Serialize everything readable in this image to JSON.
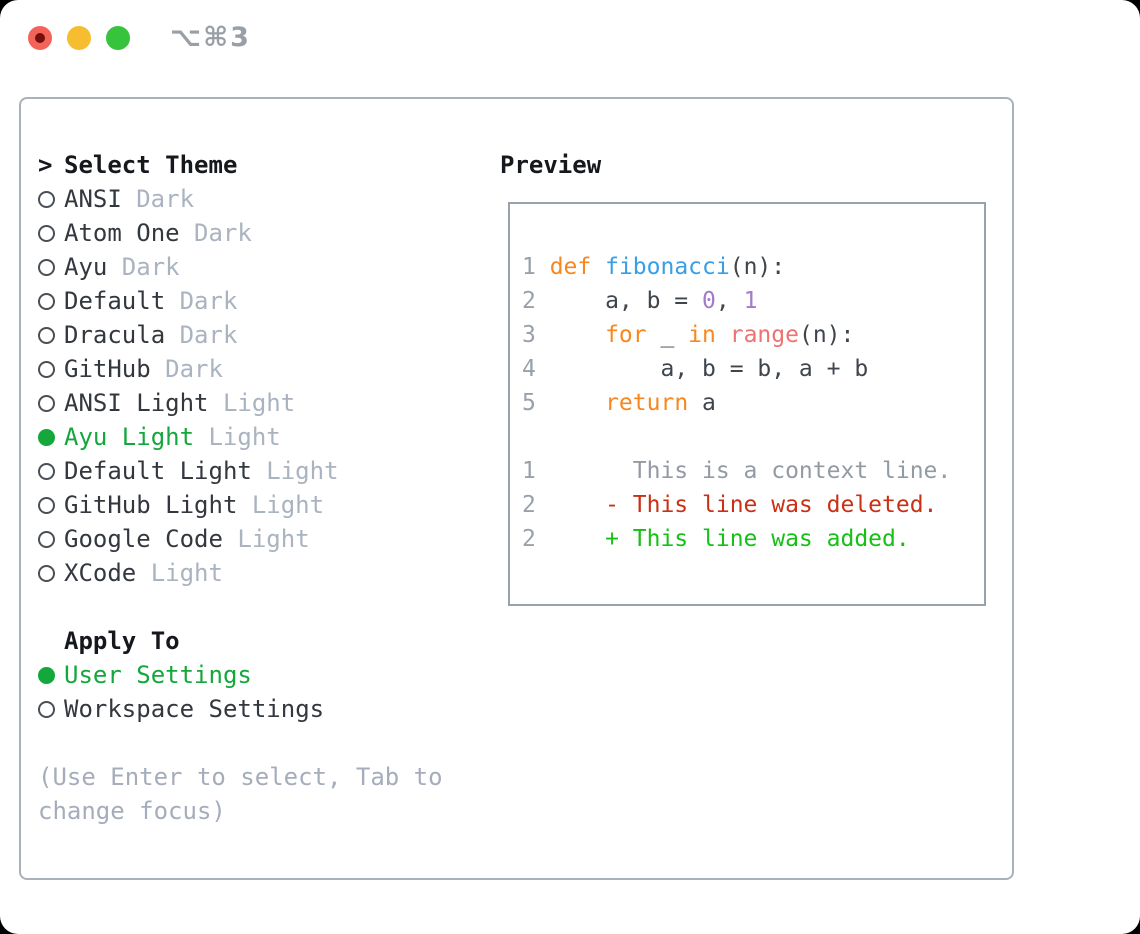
{
  "window": {
    "title": "⌥⌘3"
  },
  "colors": {
    "selection_green": "#14a73c",
    "added_green": "#14c114",
    "deleted_red": "#c93014",
    "keyword_orange": "#f7871e",
    "function_blue": "#399ee6",
    "number_purple": "#a37acc",
    "special_coral": "#f07171",
    "muted_gray": "#aab3c0",
    "window_border": "#a9b1bb"
  },
  "left_panel": {
    "header": {
      "prompt": ">",
      "label": "Select Theme"
    },
    "themes": [
      {
        "name": "ANSI",
        "variant": "Dark",
        "selected": false
      },
      {
        "name": "Atom One",
        "variant": "Dark",
        "selected": false
      },
      {
        "name": "Ayu",
        "variant": "Dark",
        "selected": false
      },
      {
        "name": "Default",
        "variant": "Dark",
        "selected": false
      },
      {
        "name": "Dracula",
        "variant": "Dark",
        "selected": false
      },
      {
        "name": "GitHub",
        "variant": "Dark",
        "selected": false
      },
      {
        "name": "ANSI Light",
        "variant": "Light",
        "selected": false
      },
      {
        "name": "Ayu Light",
        "variant": "Light",
        "selected": true
      },
      {
        "name": "Default Light",
        "variant": "Light",
        "selected": false
      },
      {
        "name": "GitHub Light",
        "variant": "Light",
        "selected": false
      },
      {
        "name": "Google Code",
        "variant": "Light",
        "selected": false
      },
      {
        "name": "XCode",
        "variant": "Light",
        "selected": false
      }
    ],
    "apply_to": {
      "label": "Apply To",
      "options": [
        {
          "name": "User Settings",
          "selected": true
        },
        {
          "name": "Workspace Settings",
          "selected": false
        }
      ]
    },
    "hint_lines": [
      "(Use Enter to select, Tab to",
      "change focus)"
    ]
  },
  "preview": {
    "label": "Preview",
    "code": [
      {
        "num": "1",
        "tokens": [
          "def",
          " ",
          "fibonacci",
          "(n):"
        ]
      },
      {
        "num": "2",
        "tokens": [
          "    a, b = ",
          "0",
          ", ",
          "1"
        ]
      },
      {
        "num": "3",
        "tokens": [
          "    ",
          "for",
          " _ ",
          "in",
          " ",
          "range",
          "(n):"
        ]
      },
      {
        "num": "4",
        "tokens": [
          "        a, b = b, a + b"
        ]
      },
      {
        "num": "5",
        "tokens": [
          "    ",
          "return",
          " a"
        ]
      },
      {
        "num": "",
        "tokens": []
      },
      {
        "num": "1",
        "tokens": [
          "      This is a context line."
        ]
      },
      {
        "num": "2",
        "tokens": [
          "    - This line was deleted."
        ]
      },
      {
        "num": "2",
        "tokens": [
          "    + This line was added."
        ]
      }
    ]
  }
}
